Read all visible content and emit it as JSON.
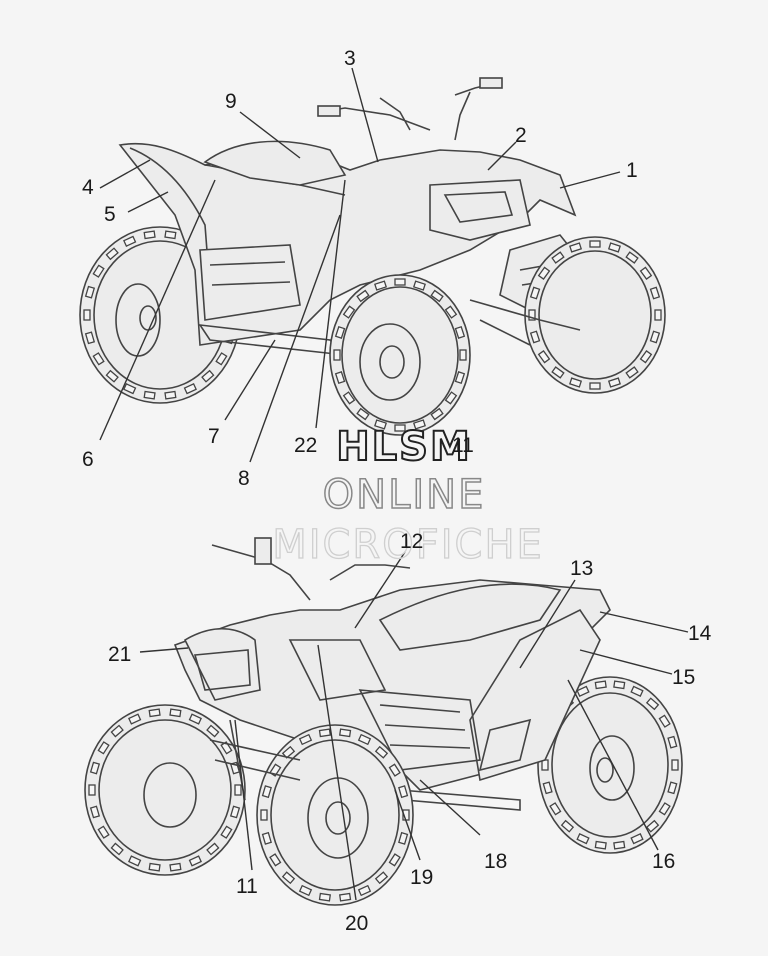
{
  "diagram": {
    "watermark": [
      "HLSM",
      "ONLINE",
      "MICROFICHE"
    ],
    "callouts": [
      {
        "id": "c1",
        "text": "1"
      },
      {
        "id": "c2",
        "text": "2"
      },
      {
        "id": "c3",
        "text": "3"
      },
      {
        "id": "c4",
        "text": "4"
      },
      {
        "id": "c5",
        "text": "5"
      },
      {
        "id": "c6",
        "text": "6"
      },
      {
        "id": "c7",
        "text": "7"
      },
      {
        "id": "c8",
        "text": "8"
      },
      {
        "id": "c9",
        "text": "9"
      },
      {
        "id": "c11a",
        "text": "11"
      },
      {
        "id": "c11",
        "text": "11"
      },
      {
        "id": "c12",
        "text": "12"
      },
      {
        "id": "c13",
        "text": "13"
      },
      {
        "id": "c14",
        "text": "14"
      },
      {
        "id": "c15",
        "text": "15"
      },
      {
        "id": "c16",
        "text": "16"
      },
      {
        "id": "c18",
        "text": "18"
      },
      {
        "id": "c19",
        "text": "19"
      },
      {
        "id": "c20",
        "text": "20"
      },
      {
        "id": "c21",
        "text": "21"
      },
      {
        "id": "c22",
        "text": "22"
      }
    ]
  }
}
